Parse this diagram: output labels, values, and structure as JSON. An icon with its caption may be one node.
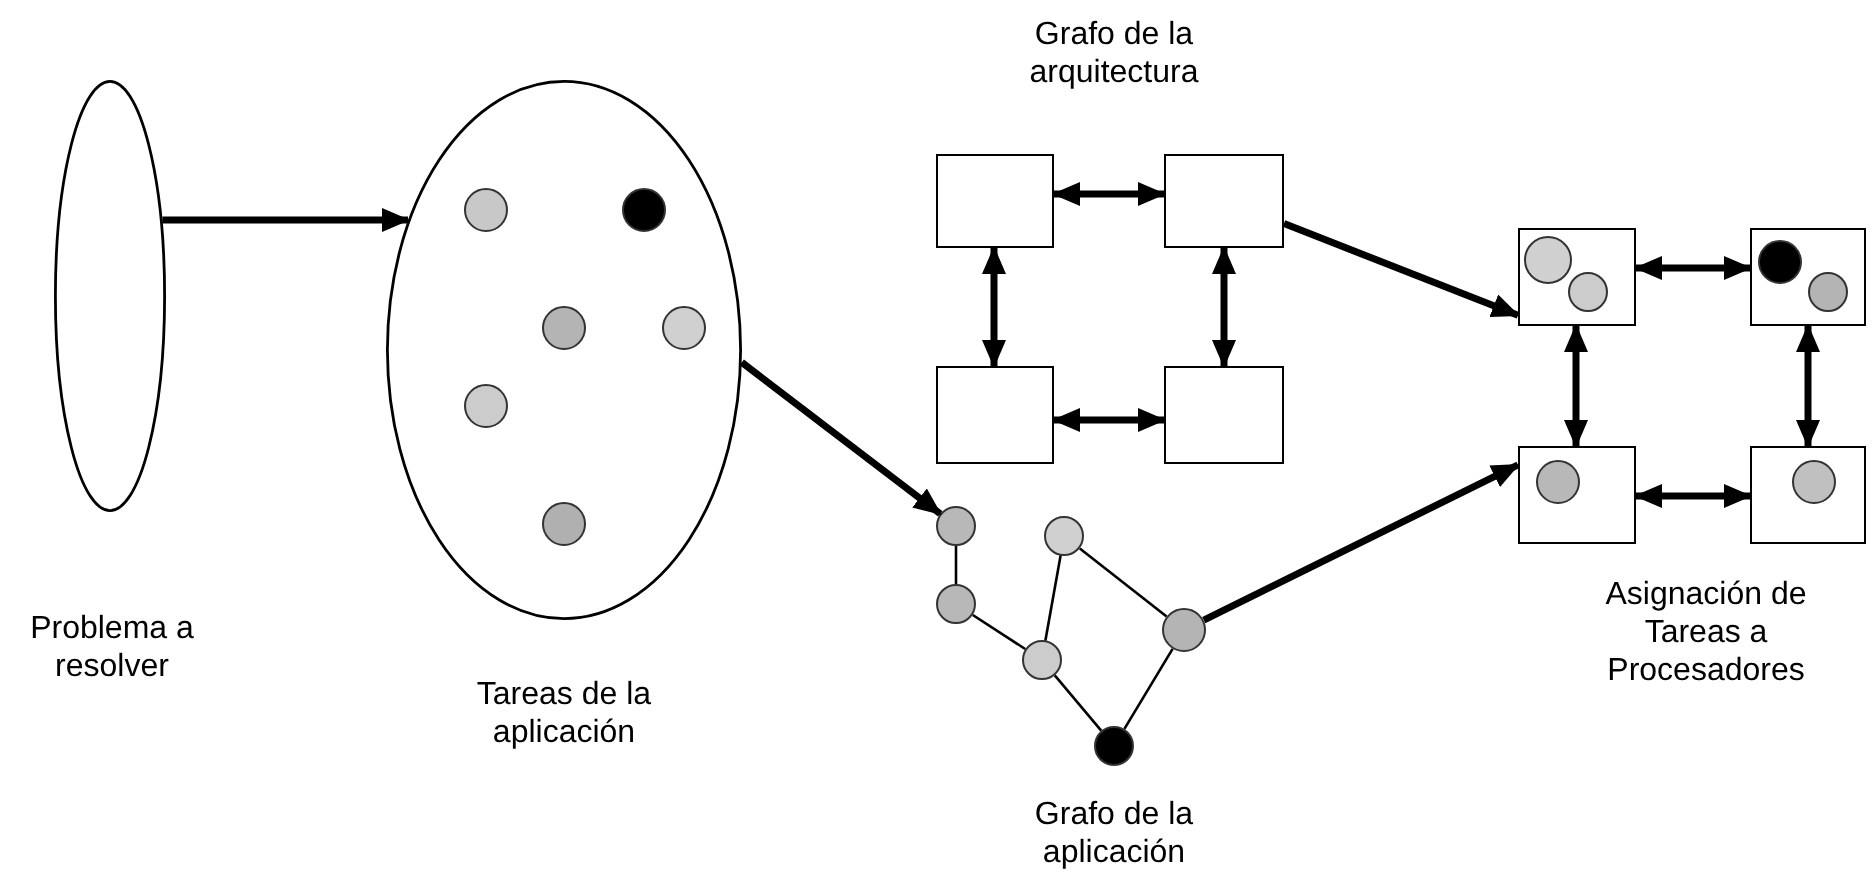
{
  "diagram": {
    "nodes": [
      {
        "text": [],
        "shape": "ellipse",
        "beside": [
          "Problema a resolver"
        ]
      },
      {
        "text": [],
        "shape": "ellipse",
        "beside": [
          "Tareas de la aplicación"
        ]
      },
      {
        "text": [],
        "shape": "circle",
        "in": 1
      },
      {
        "text": [],
        "shape": "circle",
        "in": 1
      },
      {
        "text": [],
        "shape": "circle",
        "in": 1
      },
      {
        "text": [],
        "shape": "circle",
        "in": 1
      },
      {
        "text": [],
        "shape": "circle",
        "in": 1
      },
      {
        "text": [],
        "shape": "circle",
        "in": 1
      },
      {
        "text": [],
        "shape": "box"
      },
      {
        "text": [],
        "shape": "box"
      },
      {
        "text": [],
        "shape": "box"
      },
      {
        "text": [],
        "shape": "box"
      },
      {
        "text": [],
        "shape": "circle"
      },
      {
        "text": [],
        "shape": "circle"
      },
      {
        "text": [],
        "shape": "circle"
      },
      {
        "text": [],
        "shape": "circle"
      },
      {
        "text": [],
        "shape": "circle"
      },
      {
        "text": [],
        "shape": "circle"
      },
      {
        "text": [],
        "shape": "box"
      },
      {
        "text": [],
        "shape": "circle",
        "in": 18
      },
      {
        "text": [],
        "shape": "circle",
        "in": 18
      },
      {
        "text": [],
        "shape": "box"
      },
      {
        "text": [],
        "shape": "circle",
        "in": 21
      },
      {
        "text": [],
        "shape": "circle",
        "in": 21
      },
      {
        "text": [],
        "shape": "box"
      },
      {
        "text": [],
        "shape": "circle",
        "in": 24
      },
      {
        "text": [],
        "shape": "box"
      },
      {
        "text": [],
        "shape": "circle",
        "in": 26
      }
    ],
    "edges": [
      {
        "from": 0,
        "to": 1,
        "arrow": "to"
      },
      {
        "from": 1,
        "to": 12,
        "arrow": "to"
      },
      {
        "from": 8,
        "to": 9,
        "arrow": "both"
      },
      {
        "from": 8,
        "to": 10,
        "arrow": "both"
      },
      {
        "from": 9,
        "to": 11,
        "arrow": "both"
      },
      {
        "from": 10,
        "to": 11,
        "arrow": "both"
      },
      {
        "from": 9,
        "to": 18,
        "arrow": "to"
      },
      {
        "from": 16,
        "to": 24,
        "arrow": "to"
      },
      {
        "from": 12,
        "to": 13,
        "arrow": "none"
      },
      {
        "from": 13,
        "to": 15,
        "arrow": "none"
      },
      {
        "from": 14,
        "to": 15,
        "arrow": "none"
      },
      {
        "from": 14,
        "to": 16,
        "arrow": "none"
      },
      {
        "from": 15,
        "to": 17,
        "arrow": "none"
      },
      {
        "from": 16,
        "to": 17,
        "arrow": "none"
      },
      {
        "from": 18,
        "to": 21,
        "arrow": "both"
      },
      {
        "from": 18,
        "to": 24,
        "arrow": "both"
      },
      {
        "from": 21,
        "to": 26,
        "arrow": "both"
      },
      {
        "from": 24,
        "to": 26,
        "arrow": "both"
      }
    ],
    "labels": [
      "Grafo de la arquitectura",
      "Grafo de la aplicación",
      "Asignación de Tareas a Procesadores"
    ]
  }
}
